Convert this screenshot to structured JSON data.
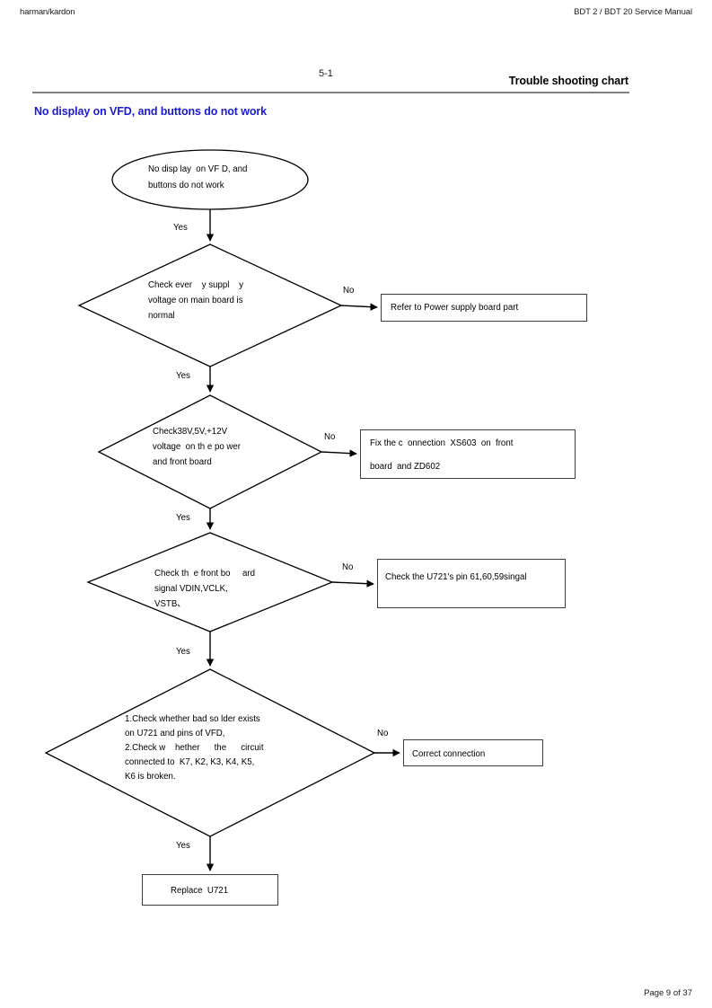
{
  "header": {
    "brand": "harman/kardon",
    "manual": "BDT 2 / BDT 20 Service Manual",
    "section_number": "5-1",
    "section_title": "Trouble shooting chart",
    "chart_heading": "No display on VFD, and buttons do not work",
    "footer_page": "Page 9 of 37"
  },
  "flowchart": {
    "start": {
      "line1": "No disp lay  on VF D, and",
      "line2": "buttons do not work"
    },
    "decisions": [
      {
        "id": "check-supply-voltage",
        "lines": [
          "Check ever    y suppl    y",
          "voltage on main board is",
          "normal"
        ],
        "yes_label": "Yes",
        "no_label": "No"
      },
      {
        "id": "check-38v-5v-12v",
        "lines": [
          "Check38V,5V,+12V",
          "voltage  on th e po wer",
          "and front board"
        ],
        "yes_label": "Yes",
        "no_label": "No"
      },
      {
        "id": "check-front-board-signal",
        "lines": [
          "Check th  e front bo     ard",
          "signal VDIN,VCLK,",
          "VSTB、"
        ],
        "yes_label": "Yes",
        "no_label": "No"
      },
      {
        "id": "check-bad-solder-and-keys",
        "lines": [
          "1.Check whether bad so lder exists",
          "on U721 and pins of VFD,",
          "2.Check w    hether      the      circuit",
          "connected to  K7, K2, K3, K4, K5,",
          "K6 is broken."
        ],
        "yes_label": "Yes",
        "no_label": "No"
      }
    ],
    "outcomes": [
      {
        "id": "refer-power-supply",
        "lines": [
          "Refer to Power supply board part"
        ]
      },
      {
        "id": "fix-connection-xs603",
        "lines": [
          "Fix the c  onnection  XS603  on  front",
          "board  and ZD602"
        ]
      },
      {
        "id": "check-u721-pins",
        "lines": [
          "Check the U721's pin 61,60,59singal"
        ]
      },
      {
        "id": "correct-connection",
        "lines": [
          "Correct connection"
        ]
      },
      {
        "id": "replace-u721",
        "lines": [
          "Replace  U721"
        ]
      }
    ]
  }
}
